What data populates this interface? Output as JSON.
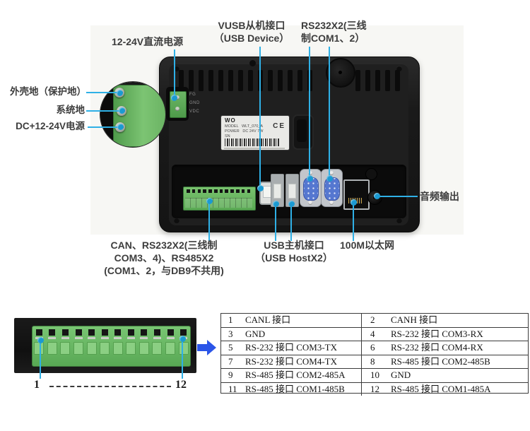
{
  "colors": {
    "leader_line": "#2FB0E6",
    "marker_dot": "#1B9AD2",
    "arrow_blue": "#2B55E8",
    "terminal_green": "#6FBF69",
    "db9_blue": "#5577D0",
    "device_black": "#1A1A1A"
  },
  "top_diagram": {
    "callouts": {
      "power_dc": "12-24V直流电源",
      "vusb": [
        "VUSB从机接口",
        "（USB Device）"
      ],
      "rs232": [
        "RS232X2(三线",
        "制COM1、2）"
      ],
      "chassis_ground": "外壳地（保护地）",
      "system_ground": "系统地",
      "dc_power": "DC+12-24V电源",
      "audio_out": "音频输出",
      "can_group": [
        "CAN、RS232X2(三线制",
        "COM3、4)、RS485X2",
        "(COM1、2，与DB9不共用)"
      ],
      "usb_host": [
        "USB主机接口",
        "（USB HostX2）"
      ],
      "ethernet": "100M以太网"
    },
    "device": {
      "power_terminal_pins": [
        "FG",
        "GND",
        "VDC"
      ],
      "sticker": {
        "logo": "WO",
        "model_line": "MODEL   WLT_070_A",
        "power_line": "POWER   DC 24V 7W",
        "sn_line": "SN",
        "ce_mark": "CE"
      }
    }
  },
  "bottom_diagram": {
    "pin_count": 12,
    "pin_start_label": "1",
    "pin_end_label": "12",
    "pin_table": {
      "entries": [
        {
          "pin": "1",
          "desc": "CANL 接口"
        },
        {
          "pin": "2",
          "desc": "CANH 接口"
        },
        {
          "pin": "3",
          "desc": "GND"
        },
        {
          "pin": "4",
          "desc": "RS-232 接口 COM3-RX"
        },
        {
          "pin": "5",
          "desc": "RS-232 接口 COM3-TX"
        },
        {
          "pin": "6",
          "desc": "RS-232 接口 COM4-RX"
        },
        {
          "pin": "7",
          "desc": "RS-232 接口 COM4-TX"
        },
        {
          "pin": "8",
          "desc": "RS-485 接口 COM2-485B"
        },
        {
          "pin": "9",
          "desc": "RS-485 接口 COM2-485A"
        },
        {
          "pin": "10",
          "desc": "GND"
        },
        {
          "pin": "11",
          "desc": "RS-485 接口 COM1-485B"
        },
        {
          "pin": "12",
          "desc": "RS-485 接口 COM1-485A"
        }
      ]
    }
  }
}
